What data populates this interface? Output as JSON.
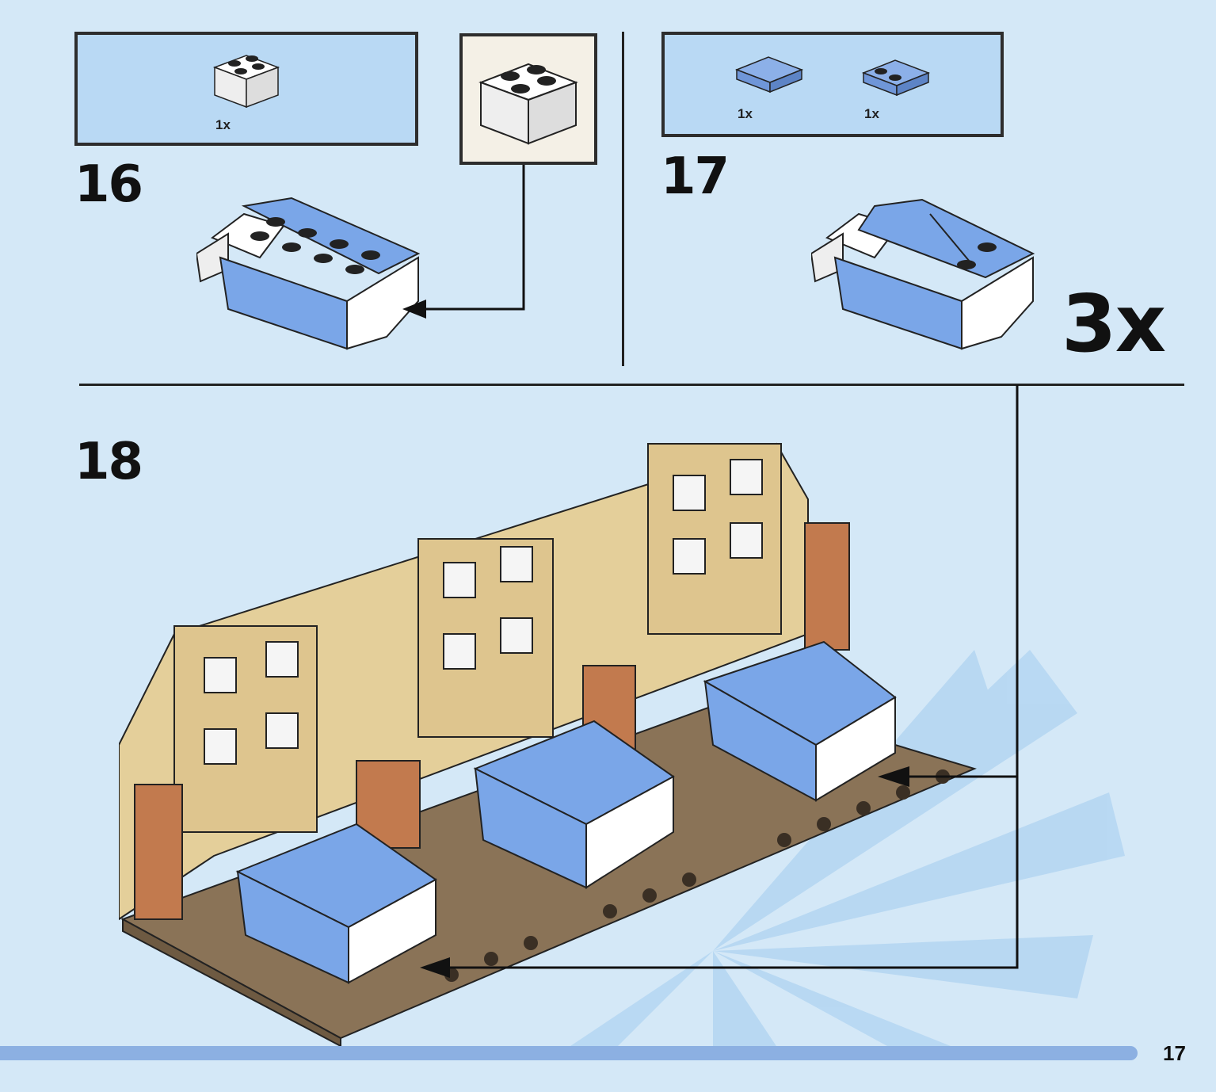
{
  "steps": [
    {
      "number": "16",
      "parts": [
        {
          "qty": "1x",
          "icon": "white-2x2-brick-icon"
        }
      ]
    },
    {
      "number": "17",
      "parts": [
        {
          "qty": "1x",
          "icon": "blue-2x2-tile-icon"
        },
        {
          "qty": "1x",
          "icon": "blue-2x2-plate-icon"
        }
      ],
      "multiplier": "3x"
    },
    {
      "number": "18"
    }
  ],
  "page_number": "17",
  "colors": {
    "background": "#d4e8f7",
    "parts_box": "#b9d9f4",
    "blanket_blue": "#7aa6e8",
    "tan": "#e4cf9a",
    "brown_plate": "#8a7357",
    "reddish_brown": "#c27a4e",
    "footer_bar": "#8cb0e2"
  }
}
